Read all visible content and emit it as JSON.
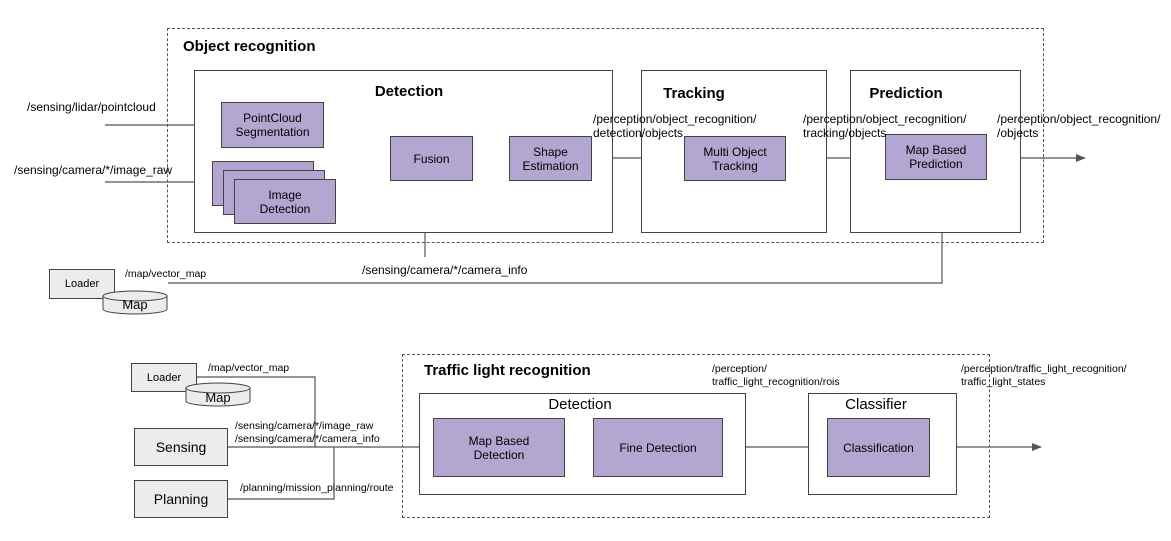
{
  "object_recognition": {
    "title": "Object recognition",
    "detection": {
      "title": "Detection",
      "pointcloud_segmentation": "PointCloud\nSegmentation",
      "image_detection": "Image\nDetection",
      "fusion": "Fusion",
      "shape_estimation": "Shape\nEstimation"
    },
    "tracking": {
      "title": "Tracking",
      "multi_object_tracking": "Multi Object\nTracking"
    },
    "prediction": {
      "title": "Prediction",
      "map_based_prediction": "Map Based\nPrediction"
    },
    "topics": {
      "lidar": "/sensing/lidar/pointcloud",
      "camera": "/sensing/camera/*/image_raw",
      "camera_info": "/sensing/camera/*/camera_info",
      "detection_objects": "/perception/object_recognition/\ndetection/objects",
      "tracking_objects": "/perception/object_recognition/\ntracking/objects",
      "objects": "/perception/object_recognition/\n/objects",
      "vector_map": "/map/vector_map"
    },
    "loader": "Loader",
    "map": "Map"
  },
  "traffic_light": {
    "title": "Traffic light recognition",
    "detection": {
      "title": "Detection",
      "map_based_detection": "Map Based\nDetection",
      "fine_detection": "Fine Detection"
    },
    "classifier": {
      "title": "Classifier",
      "classification": "Classification"
    },
    "loader": "Loader",
    "map": "Map",
    "sensing": "Sensing",
    "planning": "Planning",
    "topics": {
      "vector_map": "/map/vector_map",
      "image_raw": "/sensing/camera/*/image_raw",
      "camera_info": "/sensing/camera/*/camera_info",
      "route": "/planning/mission_planning/route",
      "rois": "/perception/\ntraffic_light_recognition/rois",
      "states": "/perception/traffic_light_recognition/\ntraffic_light_states"
    }
  }
}
